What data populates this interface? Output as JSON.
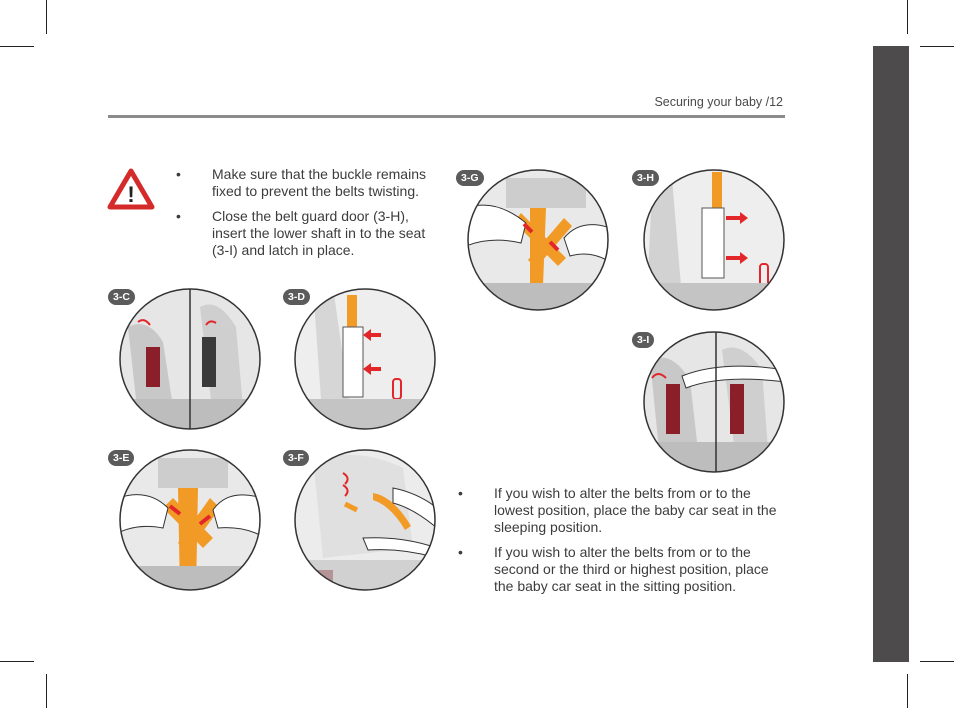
{
  "header": {
    "title": "Securing your baby /12"
  },
  "warning": {
    "icon": "warning-triangle-icon",
    "mark": "!",
    "color": "#d42a2a"
  },
  "top_bullets": [
    "Make sure that the buckle remains fixed to prevent the belts twisting.",
    "Close the belt guard door (3-H), insert the lower shaft in to the seat (3-I) and latch in place."
  ],
  "bottom_bullets": [
    "If you wish to alter the belts from or to the lowest position, place the baby car seat in the sleeping position.",
    "If you wish to alter the belts from or to the second or the third or highest position, place the baby car seat in the sitting position."
  ],
  "figures": {
    "c": {
      "label": "3-C"
    },
    "d": {
      "label": "3-D"
    },
    "e": {
      "label": "3-E"
    },
    "f": {
      "label": "3-F"
    },
    "g": {
      "label": "3-G"
    },
    "h": {
      "label": "3-H"
    },
    "i": {
      "label": "3-I"
    }
  },
  "colors": {
    "belt": "#f29a26",
    "arrow": "#e2262a",
    "sidebar": "#4d4b4c",
    "rule": "#8b8b8b"
  }
}
